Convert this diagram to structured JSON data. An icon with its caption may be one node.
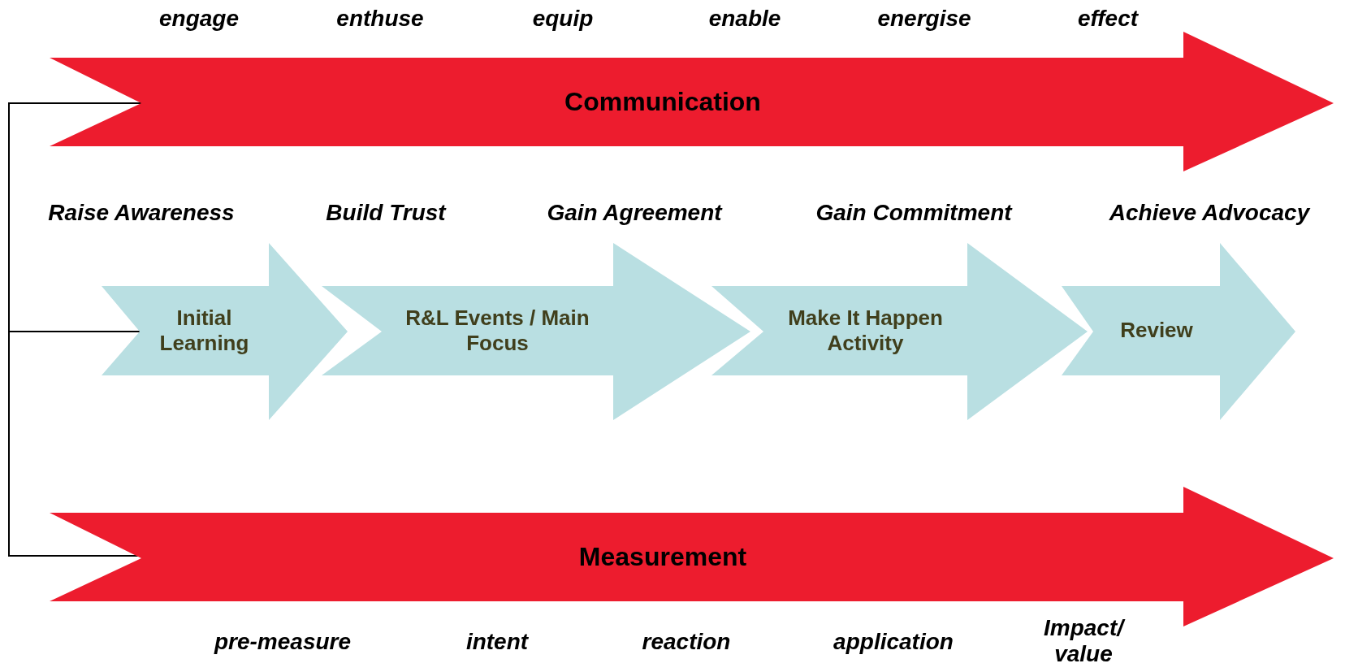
{
  "diagram": {
    "nodes": [
      {
        "text": [
          "Communication"
        ]
      },
      {
        "text": [
          "Initial Learning"
        ]
      },
      {
        "text": [
          "R&L Events / Main Focus"
        ]
      },
      {
        "text": [
          "Make It Happen Activity"
        ]
      },
      {
        "text": [
          "Review"
        ]
      },
      {
        "text": [
          "Measurement"
        ]
      }
    ],
    "labels": [
      "engage",
      "enthuse",
      "equip",
      "enable",
      "energise",
      "effect",
      "Raise Awareness",
      "Build Trust",
      "Gain Agreement",
      "Gain Commitment",
      "Achieve Advocacy",
      "pre-measure",
      "intent",
      "reaction",
      "application",
      "Impact/ value"
    ]
  }
}
